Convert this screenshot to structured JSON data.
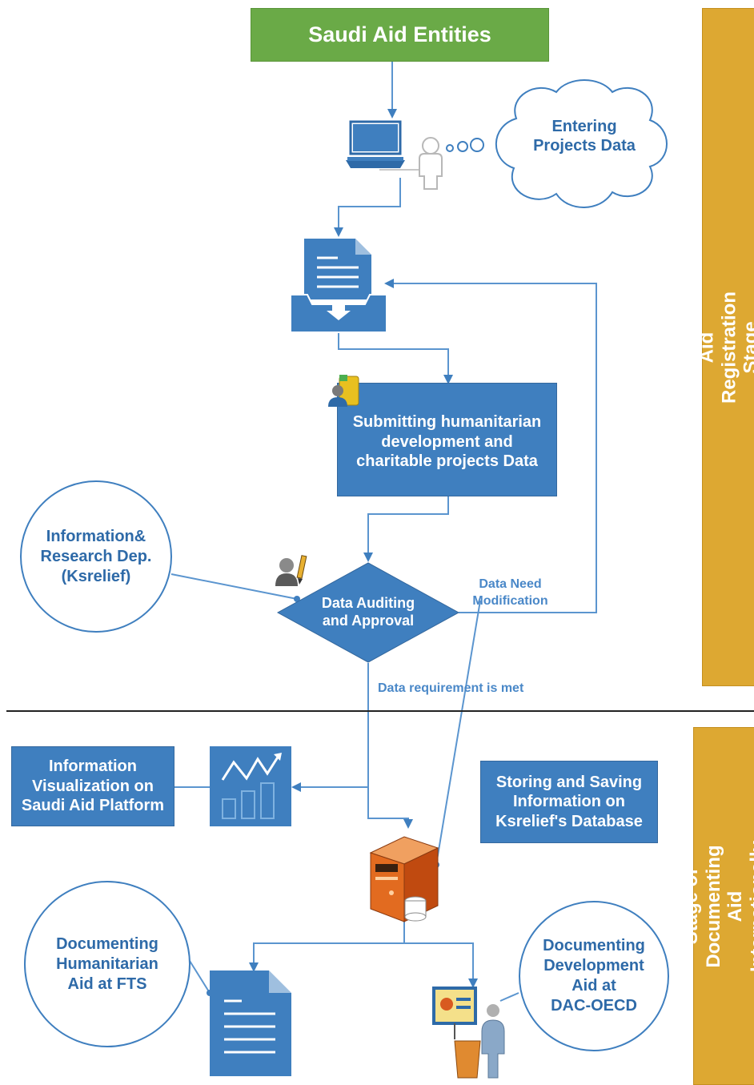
{
  "colors": {
    "blue": "#3f7fbf",
    "green": "#6aaa47",
    "gold": "#dda832",
    "text_blue": "#2e6aa8"
  },
  "title": "Saudi Aid Entities",
  "cloud_text": "Entering\nProjects Data",
  "submit_box": "Submitting humanitarian\ndevelopment and\ncharitable projects Data",
  "decision": "Data Auditing\nand Approval",
  "info_dept": "Information&\nResearch Dep.\n(Ksrelief)",
  "data_need_mod": "Data Need\nModification",
  "data_req_met": "Data requirement is met",
  "visualization": "Information\nVisualization on\nSaudi Aid Platform",
  "storing": "Storing and Saving\nInformation on\nKsrelief's Database",
  "doc_humanitarian": "Documenting\nHumanitarian\nAid at FTS",
  "doc_development": "Documenting\nDevelopment\nAid at\nDAC-OECD",
  "stage_registration": "Aid Registration Stage",
  "stage_documenting": "Stage of Documenting Aid\nInternationally",
  "icons": [
    "laptop-icon",
    "user-icon",
    "thought-bubble-icon",
    "document-inbox-icon",
    "user-folder-icon",
    "user-edit-icon",
    "chart-icon",
    "server-database-icon",
    "document-icon",
    "presenter-icon"
  ]
}
